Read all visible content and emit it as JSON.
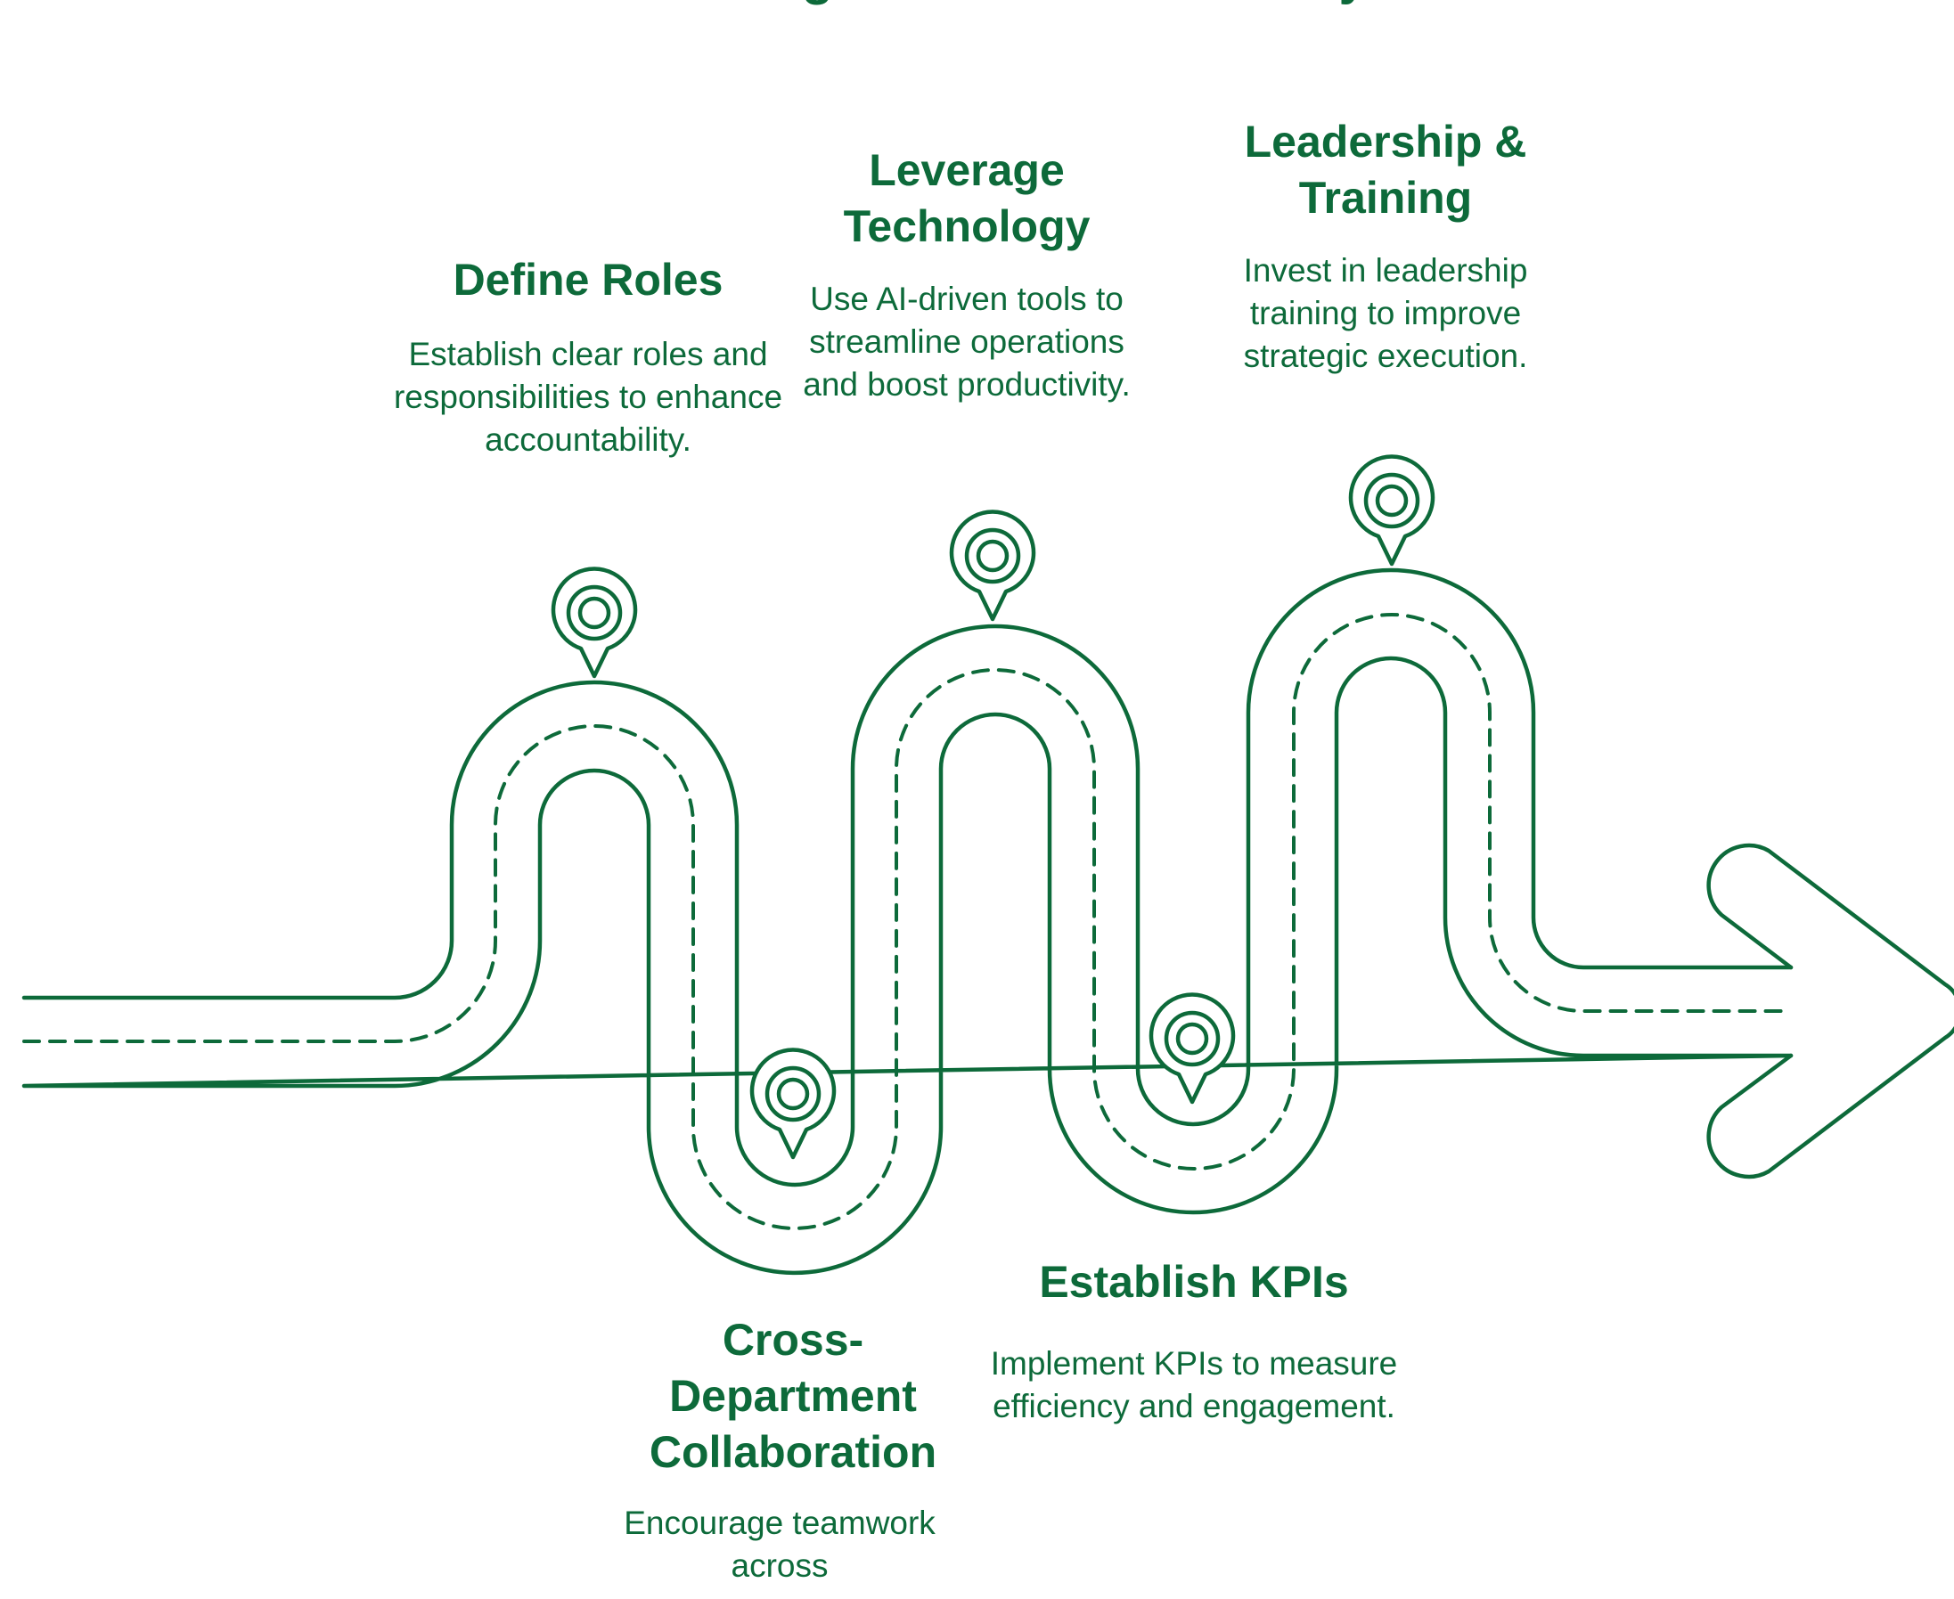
{
  "title": "Achieving Functional Efficiency",
  "colors": {
    "primary": "#0d6a3a",
    "background": "#ffffff"
  },
  "steps": [
    {
      "title": "Define Roles",
      "description": "Establish clear roles and responsibilities to enhance accountability."
    },
    {
      "title": "Cross-Department Collaboration",
      "description": "Encourage teamwork across"
    },
    {
      "title": "Leverage Technology",
      "description": "Use AI-driven tools to streamline operations and boost productivity."
    },
    {
      "title": "Establish KPIs",
      "description": "Implement KPIs to measure efficiency and engagement."
    },
    {
      "title": "Leadership & Training",
      "description": "Invest in leadership training to improve strategic execution."
    }
  ],
  "icons": [
    "location-pin-icon",
    "arrow-right-icon"
  ]
}
